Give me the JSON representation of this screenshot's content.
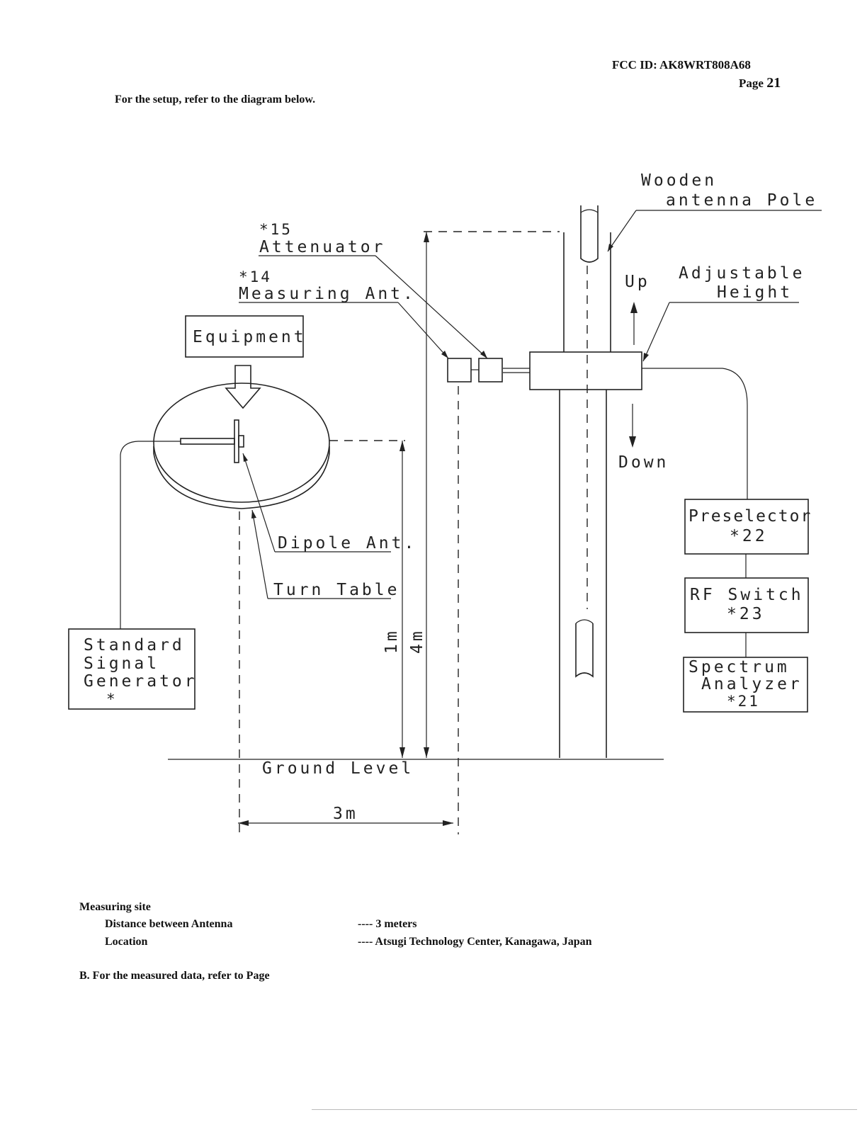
{
  "header": {
    "fcc_id": "FCC ID: AK8WRT808A68",
    "page_label": "Page",
    "page_number": "21"
  },
  "intro": "For the setup, refer to the diagram below.",
  "diagram": {
    "wooden_pole": [
      "Wooden",
      "antenna Pole"
    ],
    "attenuator": [
      "*15",
      "Attenuator"
    ],
    "measuring_ant": [
      "*14",
      "Measuring Ant."
    ],
    "adjustable_height": [
      "Adjustable",
      "Height"
    ],
    "up": "Up",
    "down": "Down",
    "equipment": "Equipment",
    "dipole_ant": "Dipole Ant.",
    "turn_table": "Turn Table",
    "standard_signal_generator": [
      "Standard",
      "Signal",
      "Generator",
      "*"
    ],
    "preselector": [
      "Preselector",
      "*22"
    ],
    "rf_switch": [
      "RF Switch",
      "*23"
    ],
    "spectrum_analyzer": [
      "Spectrum",
      "Analyzer",
      "*21"
    ],
    "height_1m": "1m",
    "height_4m": "4m",
    "ground_level": "Ground Level",
    "distance_3m": "3m"
  },
  "measuring_site": {
    "title": "Measuring site",
    "rows": [
      {
        "label": "Distance between Antenna",
        "value": "---- 3 meters"
      },
      {
        "label": "Location",
        "value": "---- Atsugi Technology Center, Kanagawa, Japan"
      }
    ]
  },
  "footer_note": "B. For the measured data, refer to Page"
}
